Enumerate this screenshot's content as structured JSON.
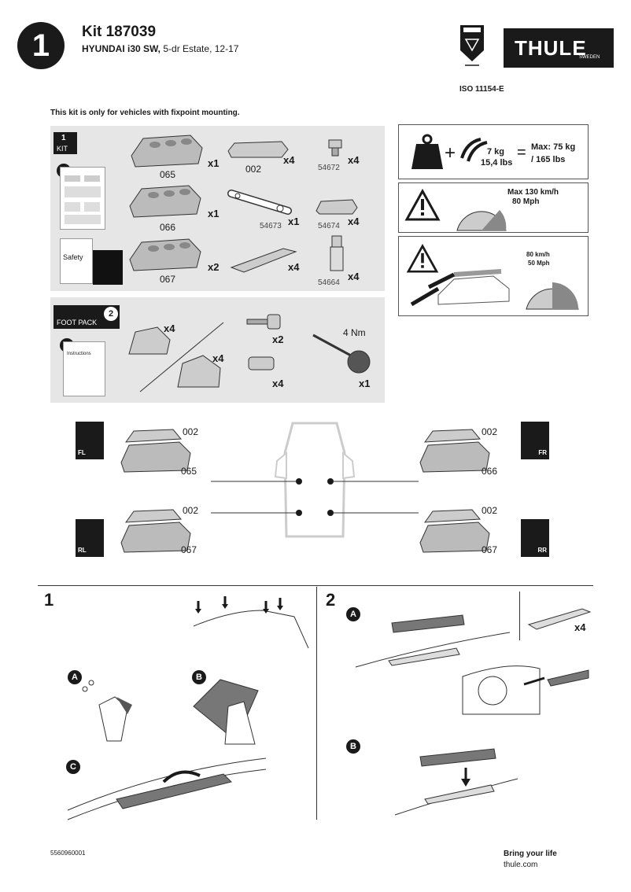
{
  "header": {
    "page_number": "1",
    "kit_title": "Kit 187039",
    "vehicle_model": "HYUNDAI i30 SW,",
    "vehicle_detail": "5-dr Estate, 12-17",
    "iso": "ISO 11154-E",
    "brand_logo_text": "THULE",
    "brand_logo_sub": "SWEDEN"
  },
  "notice": "This kit is only for vehicles with fixpoint mounting.",
  "kit_box": {
    "badge_num": "1",
    "badge_label": "KIT",
    "safety_label": "Safety",
    "parts": [
      {
        "code": "065",
        "qty": "x1"
      },
      {
        "code": "002",
        "qty": "x4"
      },
      {
        "code": "54672",
        "qty": "x4"
      },
      {
        "code": "066",
        "qty": "x1"
      },
      {
        "code": "54673",
        "qty": "x1"
      },
      {
        "code": "54674",
        "qty": "x4"
      },
      {
        "code": "067",
        "qty": "x2"
      },
      {
        "code": "",
        "qty": "x4"
      },
      {
        "code": "54664",
        "qty": "x4"
      }
    ]
  },
  "foot_pack": {
    "badge_num": "2",
    "label": "FOOT PACK",
    "instructions_label": "Instructions",
    "items": [
      {
        "qty": "x4"
      },
      {
        "qty": "x2"
      },
      {
        "qty": "x4"
      },
      {
        "qty": "x4"
      },
      {
        "qty": "x1"
      }
    ],
    "torque": "4 Nm"
  },
  "load_panel": {
    "weight": "7 kg",
    "weight_lbs": "15,4 lbs",
    "eq": "=",
    "plus": "+",
    "max_line1": "Max: 75 kg",
    "max_line2": "/ 165 lbs"
  },
  "speed_panel": {
    "line1": "Max  130 km/h",
    "line2": "80 Mph"
  },
  "speed_panel2": {
    "line1": "80 km/h",
    "line2": "50 Mph"
  },
  "positions": {
    "fl": {
      "corner": "FL",
      "top": "002",
      "bottom": "065"
    },
    "fr": {
      "corner": "FR",
      "top": "002",
      "bottom": "066"
    },
    "rl": {
      "corner": "RL",
      "top": "002",
      "bottom": "067"
    },
    "rr": {
      "corner": "RR",
      "top": "002",
      "bottom": "067"
    }
  },
  "steps": {
    "step1": {
      "num": "1",
      "a": "A",
      "b": "B",
      "c": "C"
    },
    "step2": {
      "num": "2",
      "a": "A",
      "b": "B",
      "qty": "x4"
    }
  },
  "footer": {
    "doc_number": "5560960001",
    "tagline": "Bring your life",
    "url": "thule.com"
  }
}
